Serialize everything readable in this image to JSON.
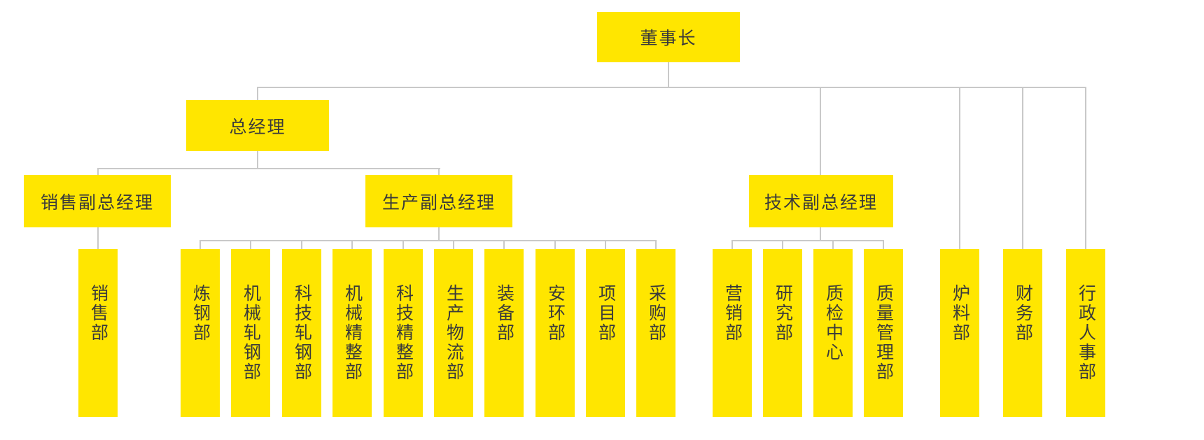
{
  "colors": {
    "box_fill": "#ffe600",
    "connector_line": "#c9c9c9",
    "text": "#3a3a3a",
    "background": "#ffffff"
  },
  "org": {
    "chairman": "董事长",
    "general_manager": "总经理",
    "deputies": {
      "sales": "销售副总经理",
      "production": "生产副总经理",
      "technology": "技术副总经理"
    },
    "sales_departments": [
      "销售部"
    ],
    "production_departments": [
      "炼钢部",
      "机械轧钢部",
      "科技轧钢部",
      "机械精整部",
      "科技精整部",
      "生产物流部",
      "装备部",
      "安环部",
      "项目部",
      "采购部"
    ],
    "technology_departments": [
      "营销部",
      "研究部",
      "质检中心",
      "质量管理部"
    ],
    "chairman_departments": [
      "炉料部",
      "财务部",
      "行政人事部"
    ]
  }
}
